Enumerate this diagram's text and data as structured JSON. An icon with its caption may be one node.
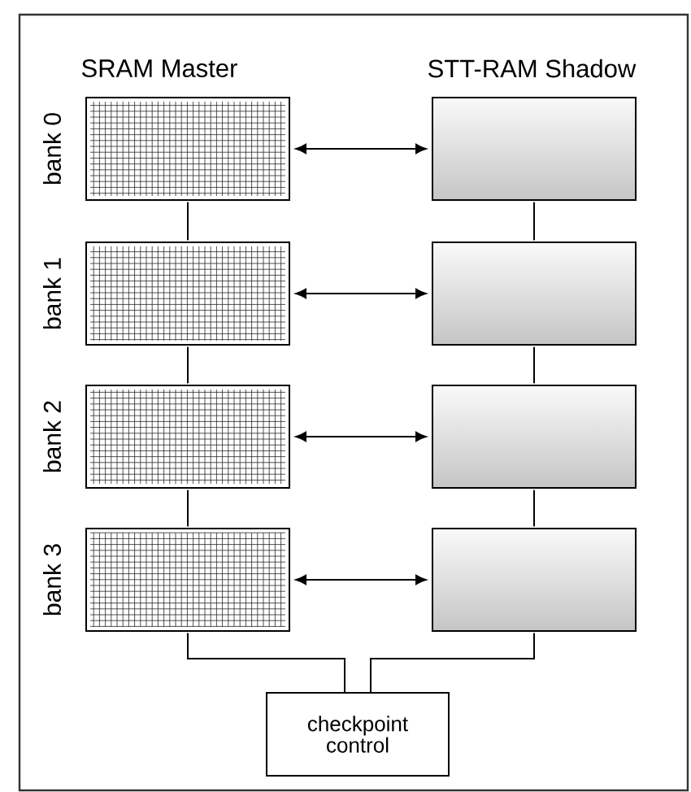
{
  "diagram": {
    "nodes": [
      {
        "text": [],
        "shape": "box"
      },
      {
        "text": [],
        "shape": "box"
      },
      {
        "text": [],
        "shape": "box"
      },
      {
        "text": [],
        "shape": "box"
      },
      {
        "text": [],
        "shape": "box"
      },
      {
        "text": [],
        "shape": "box"
      },
      {
        "text": [],
        "shape": "box"
      },
      {
        "text": [],
        "shape": "box"
      },
      {
        "text": [
          "checkpoint control"
        ]
      }
    ],
    "edges": [
      {
        "from": 0,
        "to": 1,
        "arrow": "both"
      },
      {
        "from": 2,
        "to": 3,
        "arrow": "both"
      },
      {
        "from": 4,
        "to": 5,
        "arrow": "both"
      },
      {
        "from": 6,
        "to": 7,
        "arrow": "both"
      },
      {
        "from": 0,
        "to": 2,
        "arrow": "none"
      },
      {
        "from": 2,
        "to": 4,
        "arrow": "none"
      },
      {
        "from": 4,
        "to": 6,
        "arrow": "none"
      },
      {
        "from": 1,
        "to": 3,
        "arrow": "none"
      },
      {
        "from": 3,
        "to": 5,
        "arrow": "none"
      },
      {
        "from": 5,
        "to": 7,
        "arrow": "none"
      },
      {
        "from": 6,
        "to": 8,
        "arrow": "none"
      },
      {
        "from": 7,
        "to": 8,
        "arrow": "none"
      }
    ],
    "labels": [
      "SRAM Master",
      "STT-RAM Shadow",
      "bank 0",
      "bank 1",
      "bank 2",
      "bank 3"
    ]
  }
}
